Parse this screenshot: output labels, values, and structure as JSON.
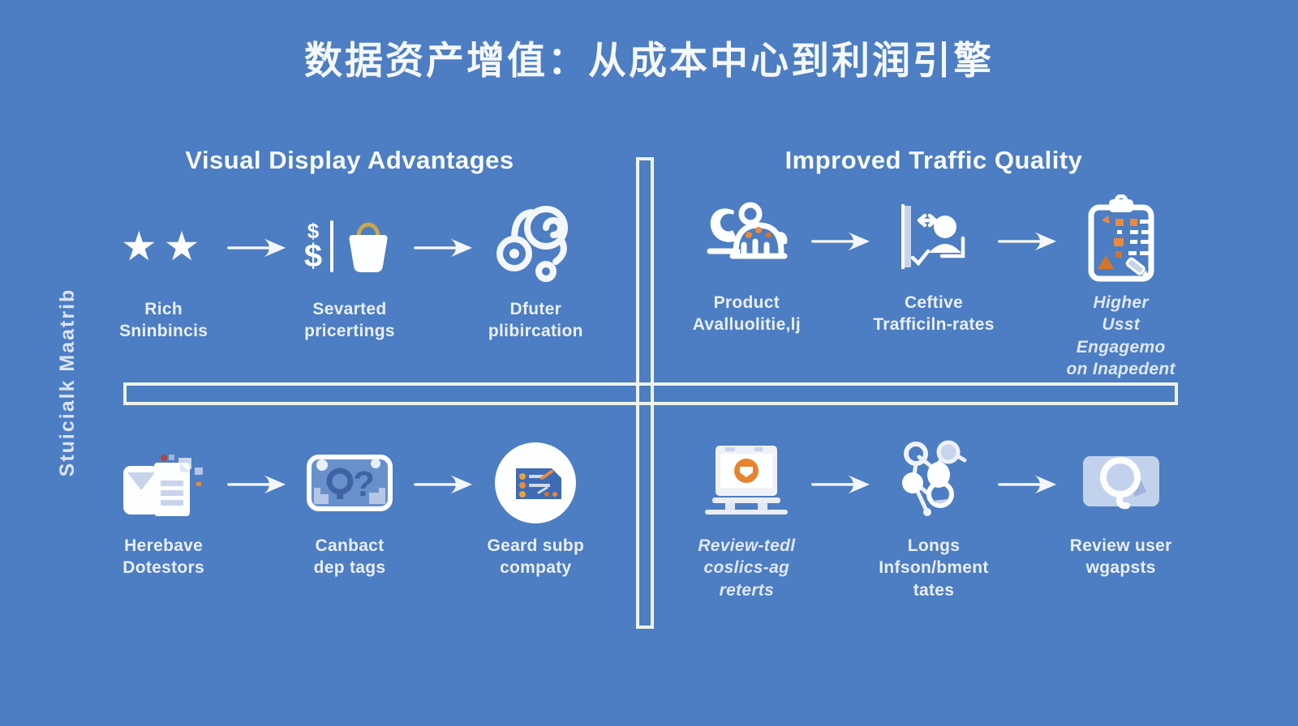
{
  "title": "数据资产增值：从成本中心到利润引擎",
  "side_label": "Stuicialk Maatrib",
  "colors": {
    "background": "#4d7dc2",
    "divider": "#eef4ea",
    "text_white": "#f4f8fb",
    "label_text": "#e9eff7",
    "accent_orange": "#e98a3c",
    "accent_orange_dark": "#d4742a",
    "icon_light_blue": "#c7d4ec",
    "icon_dark_blue": "#3f64a6"
  },
  "glyphs": {
    "stars": "★★",
    "dollar_small": "$",
    "dollar_large": "$",
    "question_mark": "?"
  },
  "quadrants": {
    "top_left": {
      "header": "Visual Display Advantages",
      "items": [
        {
          "icon": "stars-icon",
          "label": "Rich\nSninbincis"
        },
        {
          "icon": "price-bag-icon",
          "label": "Sevarted\npricertings"
        },
        {
          "icon": "spiral-links-icon",
          "label": "Dfuter\nplibircation"
        }
      ]
    },
    "top_right": {
      "header": "Improved Traffic Quality",
      "items": [
        {
          "icon": "product-availability-icon",
          "label": "Product\nAvalluolitie,lj"
        },
        {
          "icon": "traffic-person-icon",
          "label": "Ceftive\nTrafficiln-rates"
        },
        {
          "icon": "clipboard-checklist-icon",
          "label": "Higher\nUsst Engagemo\non Inapedent"
        }
      ]
    },
    "bottom_left": {
      "items": [
        {
          "icon": "mail-document-icon",
          "label": "Herebave\nDotestors"
        },
        {
          "icon": "card-question-icon",
          "label": "Canbact\ndep tags"
        },
        {
          "icon": "document-circle-icon",
          "label": "Geard subp\ncompaty"
        }
      ]
    },
    "bottom_right": {
      "items": [
        {
          "icon": "laptop-review-icon",
          "label": "Review-tedl\ncoslics-ag\nreterts"
        },
        {
          "icon": "network-nodes-icon",
          "label": "Longs\nInfson/bment\ntates"
        },
        {
          "icon": "magnifier-card-icon",
          "label": "Review user\nwgapsts"
        }
      ]
    }
  }
}
